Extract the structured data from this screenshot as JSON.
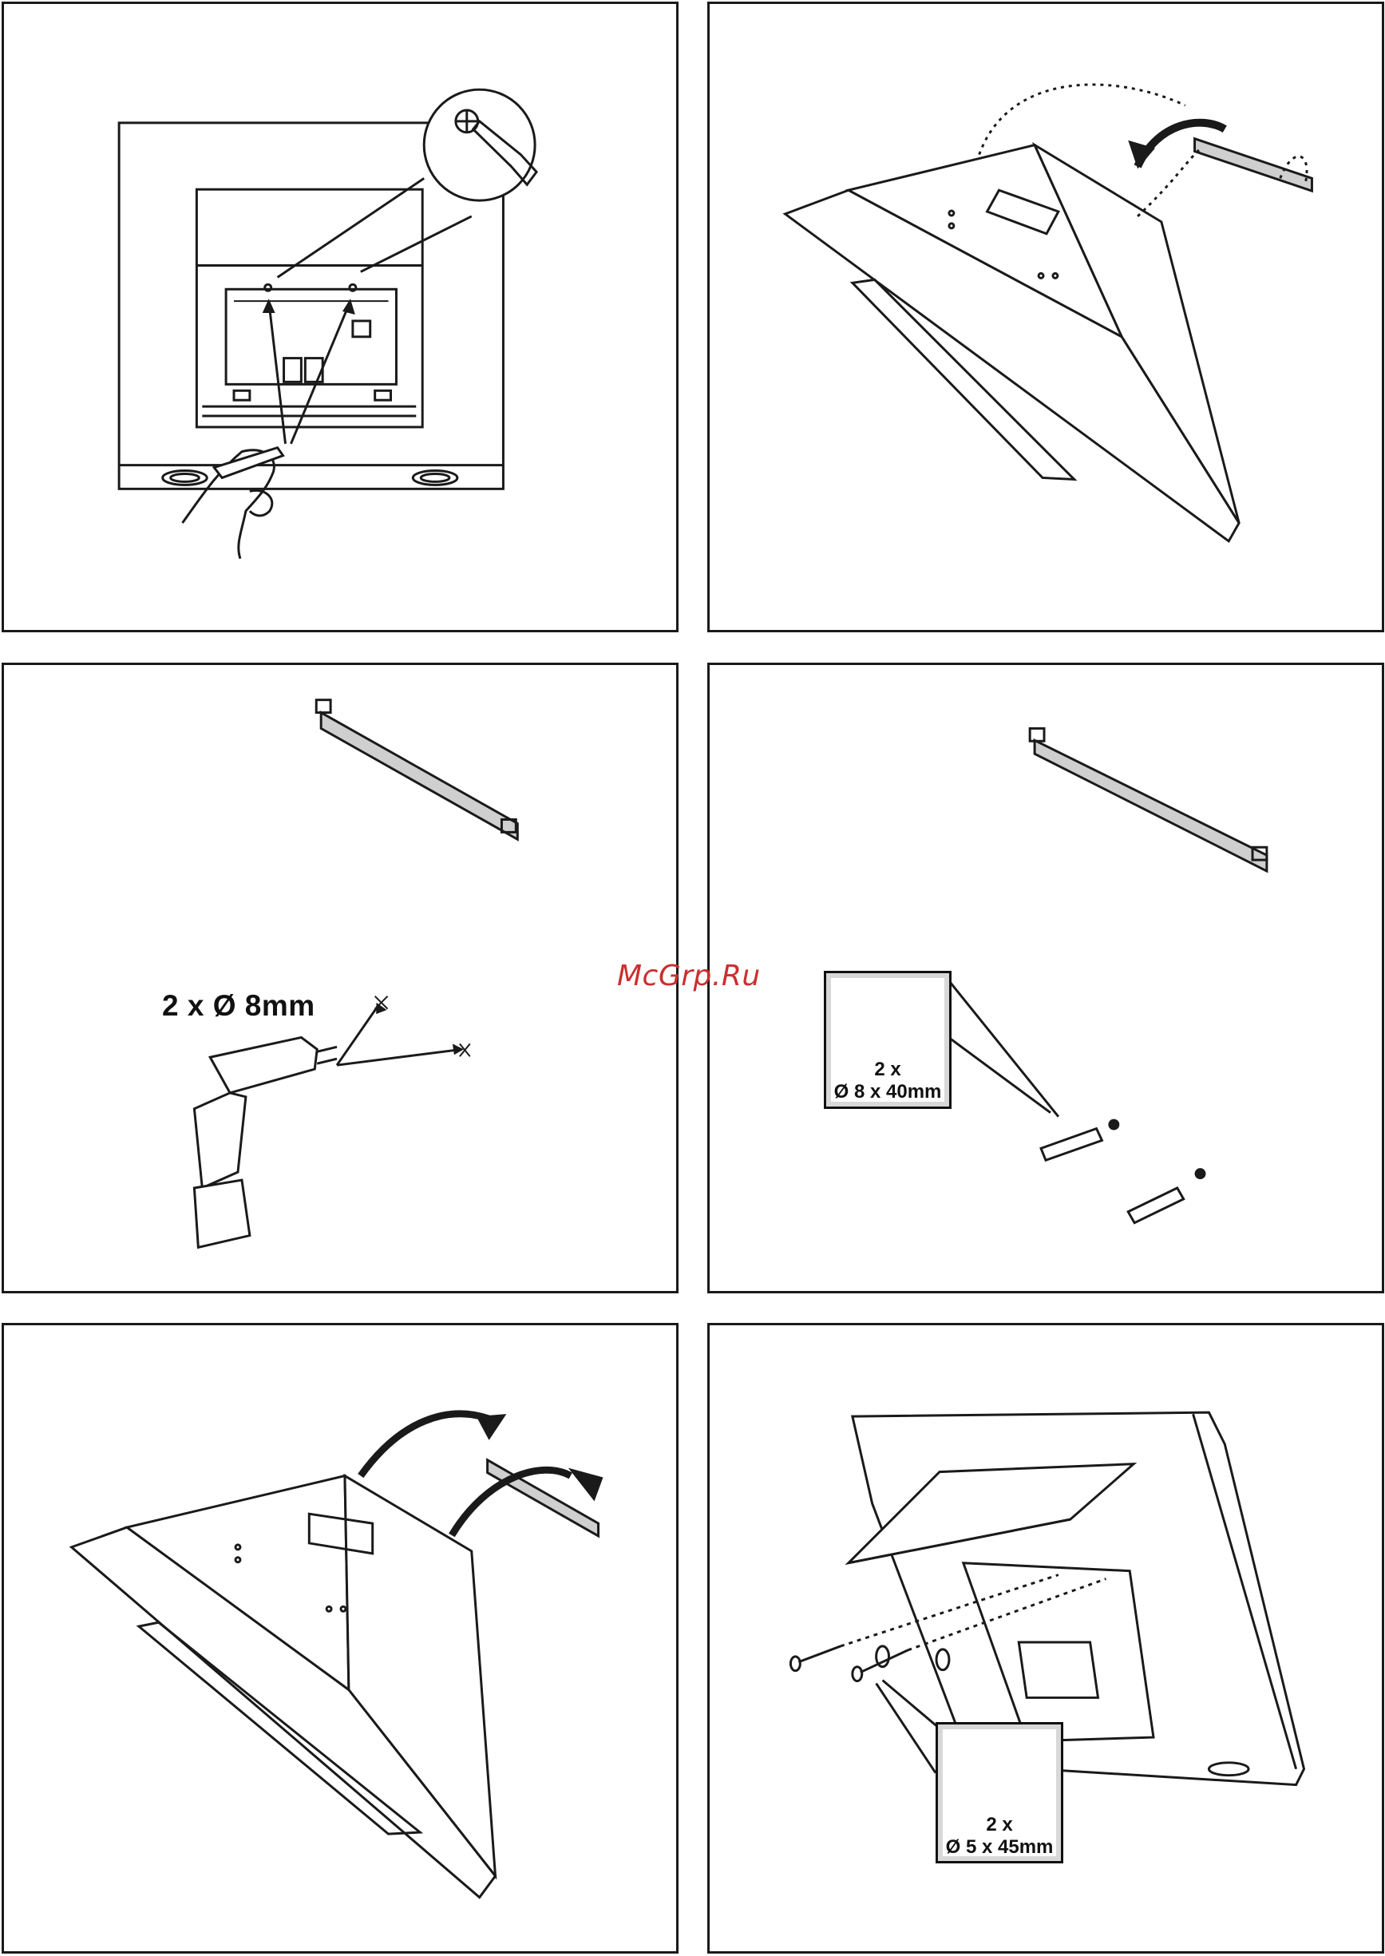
{
  "panels": {
    "step1": {
      "name": "mark-holes"
    },
    "step2": {
      "name": "remove-bracket"
    },
    "step3": {
      "name": "drill-holes",
      "drill_spec": "2 x Ø 8mm"
    },
    "step4": {
      "name": "insert-anchors",
      "anchor_qty": "2 x",
      "anchor_size": "Ø 8 x 40mm"
    },
    "step5": {
      "name": "hang-bracket"
    },
    "step6": {
      "name": "fix-screws",
      "screw_qty": "2 x",
      "screw_size": "Ø 5 x 45mm"
    }
  },
  "icons": [
    "hand-pencil-icon",
    "magnifier-circle-icon",
    "curved-arrow-icon",
    "drill-icon",
    "wall-anchor-icon",
    "screw-icon",
    "washer-icon",
    "cross-mark-icon"
  ],
  "watermark": "McGrp.Ru",
  "colors": {
    "line": "#1a1a1a",
    "bracket_fill": "#cfcfcf",
    "watermark": "#cc2e2e"
  }
}
